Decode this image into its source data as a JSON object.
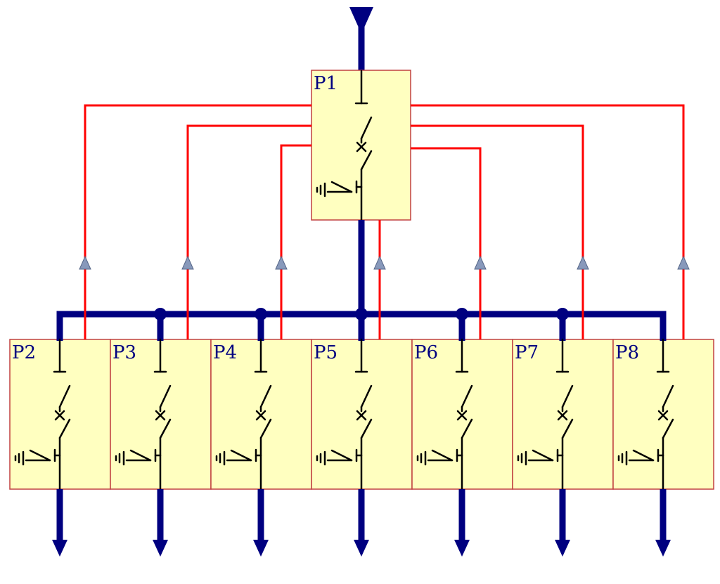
{
  "diagram": {
    "colors": {
      "bus": "#000080",
      "control": "#ff0000",
      "panel_fill": "#ffffc0",
      "panel_border": "#c04040",
      "label": "#000080",
      "switch": "#000000",
      "arrow_fill": "#8899bb"
    },
    "main_panel": {
      "label": "P1"
    },
    "feeder_panels": [
      {
        "label": "P2"
      },
      {
        "label": "P3"
      },
      {
        "label": "P4"
      },
      {
        "label": "P5"
      },
      {
        "label": "P6"
      },
      {
        "label": "P7"
      },
      {
        "label": "P8"
      }
    ]
  }
}
